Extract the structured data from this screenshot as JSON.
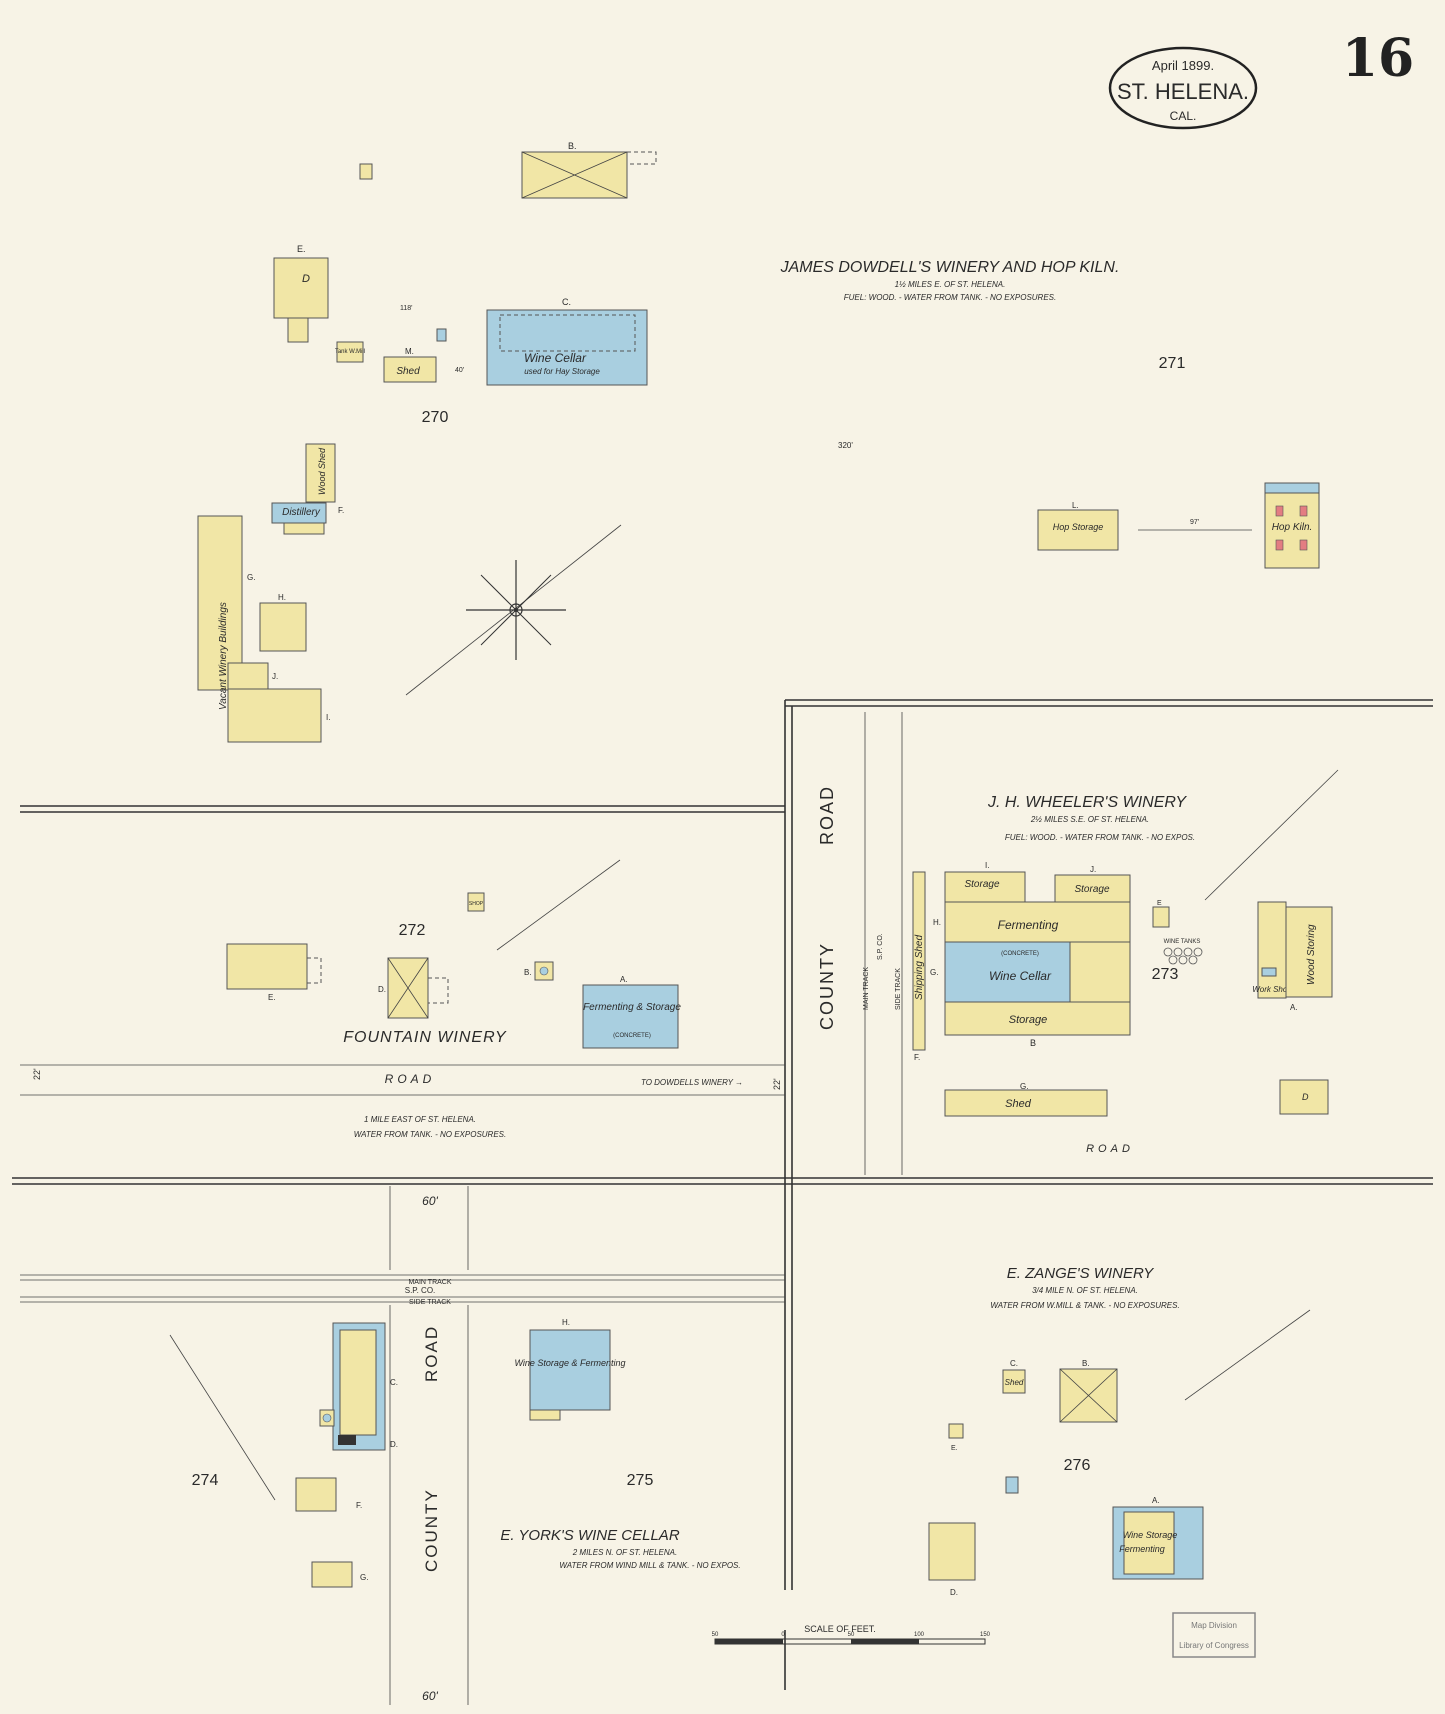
{
  "sheet": {
    "page_number": "16",
    "date": "April 1899.",
    "town": "ST. HELENA.",
    "state": "CAL."
  },
  "wineries": {
    "dowdell": {
      "title": "JAMES DOWDELL'S WINERY AND HOP KILN.",
      "distance": "1½ MILES E. OF ST. HELENA.",
      "notes": "FUEL: WOOD. - WATER FROM TANK. - NO EXPOSURES.",
      "block_a": "270",
      "block_b": "271",
      "buildings": {
        "b": "B.",
        "c": "C.",
        "d": "D",
        "e": "E.",
        "f": "F.",
        "g": "G.",
        "h": "H.",
        "i": "I.",
        "j": "J.",
        "l": "L.",
        "m": "M.",
        "wine_cellar": "Wine Cellar",
        "wine_cellar_sub": "used for Hay Storage",
        "shed": "Shed",
        "distillery": "Distillery",
        "wood_shed": "Wood Shed",
        "vacant": "Vacant Winery Buildings",
        "hop_storage": "Hop Storage",
        "hop_kiln": "Hop Kiln.",
        "tank": "Tank W.Mill"
      },
      "distances": {
        "d320": "320'",
        "d118": "118'",
        "d40": "40'",
        "d97": "97'"
      }
    },
    "fountain": {
      "title": "FOUNTAIN WINERY",
      "block": "272",
      "notes1": "1 MILE EAST OF ST. HELENA.",
      "notes2": "WATER FROM TANK. - NO EXPOSURES.",
      "buildings": {
        "a": "A.",
        "b": "B.",
        "d": "D.",
        "e": "E.",
        "fermenting": "Fermenting & Storage",
        "concrete": "(CONCRETE)",
        "shop": "SHOP"
      }
    },
    "wheeler": {
      "title": "J. H. WHEELER'S WINERY",
      "distance": "2½ MILES S.E. OF ST. HELENA.",
      "notes": "FUEL: WOOD. - WATER FROM TANK. - NO EXPOS.",
      "block": "273",
      "buildings": {
        "storage_i": "Storage",
        "storage_j": "Storage",
        "fermenting": "Fermenting",
        "wine_cellar": "Wine Cellar",
        "concrete": "(CONCRETE)",
        "storage_b": "Storage",
        "shed": "Shed",
        "shipping_shed": "Shipping Shed",
        "work_shop": "Work Shop",
        "wood_storing": "Wood Storing",
        "wine_tanks": "WINE TANKS",
        "a": "A.",
        "b": "B",
        "d": "D",
        "e": "E",
        "f": "F.",
        "g": "G.",
        "h": "H.",
        "i": "I.",
        "j": "J."
      }
    },
    "york": {
      "title": "E. YORK'S WINE CELLAR",
      "distance": "2 MILES N. OF ST. HELENA.",
      "notes": "WATER FROM WIND MILL & TANK. - NO EXPOS.",
      "block_a": "274",
      "block_b": "275",
      "buildings": {
        "wine_storage": "Wine Storage & Fermenting",
        "c": "C.",
        "d": "D.",
        "f": "F.",
        "g": "G.",
        "h": "H."
      }
    },
    "zange": {
      "title": "E. ZANGE'S WINERY",
      "distance": "3/4 MILE N. OF ST. HELENA.",
      "notes": "WATER FROM W.MILL & TANK. - NO EXPOSURES.",
      "block": "276",
      "buildings": {
        "shed": "Shed",
        "wine_storage": "Wine Storage",
        "fermenting": "Fermenting",
        "a": "A.",
        "b": "B.",
        "c": "C.",
        "d": "D.",
        "e": "E."
      }
    }
  },
  "roads": {
    "road_h": "ROAD",
    "to_dowdells": "TO DOWDELLS WINERY →",
    "county_road_v1": "COUNTY",
    "county_road_v2": "ROAD",
    "road_lower": "ROAD",
    "county_lower": "COUNTY",
    "road_lower_v": "ROAD",
    "sp_co": "S.P. CO.",
    "main_track": "MAIN TRACK",
    "side_track": "SIDE TRACK",
    "w60_top": "60'",
    "w60_bottom": "60'",
    "w22_left": "22'",
    "w22_right": "22'"
  },
  "scale": {
    "label": "SCALE OF FEET.",
    "ticks": [
      "50",
      "0",
      "50",
      "100",
      "150"
    ]
  },
  "stamp": {
    "line1": "Map Division",
    "line2": "Library of Congress"
  },
  "colors": {
    "brick_yellow": "#f1e6a6",
    "concrete_blue": "#a9cfe0",
    "paper": "#f7f3e6"
  }
}
